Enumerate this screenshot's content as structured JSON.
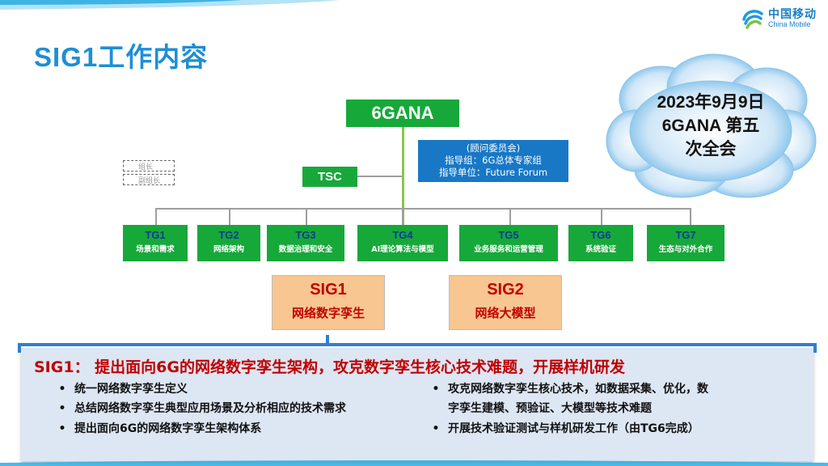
{
  "logo": {
    "cn": "中国移动",
    "en": "China Mobile"
  },
  "title": "SIG1工作内容",
  "cloud": {
    "lines": [
      "2023年9月9日",
      "6GANA 第五",
      "次全会"
    ]
  },
  "org": {
    "root": "6GANA",
    "tsc": "TSC",
    "advisor": [
      "(顾问委员会)",
      "指导组：6G总体专家组",
      "指导单位：Future Forum"
    ],
    "legend": [
      "组长",
      "副组长"
    ],
    "tgs": [
      {
        "name": "TG1",
        "desc": "场景和需求"
      },
      {
        "name": "TG2",
        "desc": "网络架构"
      },
      {
        "name": "TG3",
        "desc": "数据治理和安全"
      },
      {
        "name": "TG4",
        "desc": "AI理论算法与模型"
      },
      {
        "name": "TG5",
        "desc": "业务服务和运营管理"
      },
      {
        "name": "TG6",
        "desc": "系统验证"
      },
      {
        "name": "TG7",
        "desc": "生态与对外合作"
      }
    ],
    "sigs": [
      {
        "name": "SIG1",
        "desc": "网络数字孪生"
      },
      {
        "name": "SIG2",
        "desc": "网络大模型"
      }
    ]
  },
  "panel": {
    "title": "SIG1： 提出面向6G的网络数字孪生架构，攻克数字孪生核心技术难题，开展样机研发",
    "bullet_char": "•",
    "left": [
      "统一网络数字孪生定义",
      "总结网络数字孪生典型应用场景及分析相应的技术需求",
      "提出面向6G的网络数字孪生架构体系"
    ],
    "right": [
      "攻克网络数字孪生核心技术，如数据采集、优化，数",
      "字孪生建模、预验证、大模型等技术难题",
      "开展技术验证测试与样机研发工作（由TG6完成）"
    ]
  },
  "colors": {
    "title_blue": "#1d8fd6",
    "node_green": "#17a83a",
    "advisor_blue": "#1878c6",
    "sig_orange": "#f8c690",
    "accent_red": "#c00000"
  }
}
